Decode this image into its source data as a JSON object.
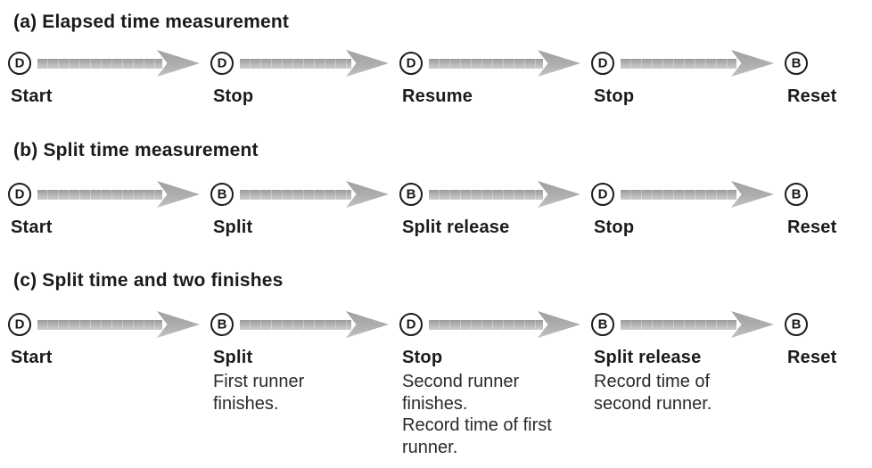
{
  "diagram": {
    "description": "Stopwatch timing operation diagram",
    "text_color": "#1b1b1d",
    "arrow_color": "#b4b4b4",
    "button_symbols": [
      "D",
      "B"
    ]
  },
  "sections": [
    {
      "title": "(a) Elapsed time measurement",
      "steps": [
        {
          "button": "D",
          "label": "Start",
          "notes": []
        },
        {
          "button": "D",
          "label": "Stop",
          "notes": []
        },
        {
          "button": "D",
          "label": "Resume",
          "notes": []
        },
        {
          "button": "D",
          "label": "Stop",
          "notes": []
        },
        {
          "button": "B",
          "label": "Reset",
          "notes": []
        }
      ]
    },
    {
      "title": "(b) Split time measurement",
      "steps": [
        {
          "button": "D",
          "label": "Start",
          "notes": []
        },
        {
          "button": "B",
          "label": "Split",
          "notes": []
        },
        {
          "button": "B",
          "label": "Split release",
          "notes": []
        },
        {
          "button": "D",
          "label": "Stop",
          "notes": []
        },
        {
          "button": "B",
          "label": "Reset",
          "notes": []
        }
      ]
    },
    {
      "title": "(c) Split time and two finishes",
      "steps": [
        {
          "button": "D",
          "label": "Start",
          "notes": []
        },
        {
          "button": "B",
          "label": "Split",
          "notes": [
            "First runner",
            "finishes."
          ]
        },
        {
          "button": "D",
          "label": "Stop",
          "notes": [
            "Second runner",
            "finishes.",
            "Record time of first",
            "runner."
          ]
        },
        {
          "button": "B",
          "label": "Split release",
          "notes": [
            "Record time of",
            "second runner."
          ]
        },
        {
          "button": "B",
          "label": "Reset",
          "notes": []
        }
      ]
    }
  ]
}
